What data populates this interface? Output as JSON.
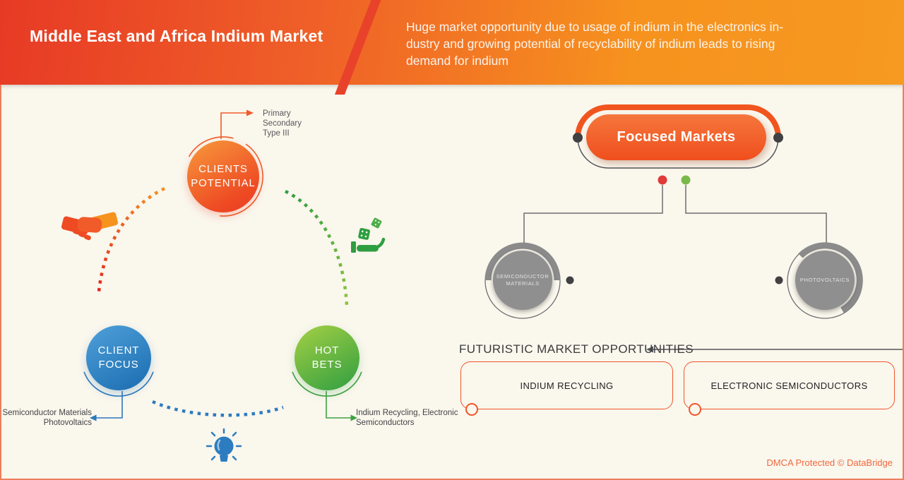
{
  "header": {
    "title": "Middle East and Africa Indium Market",
    "subtitle_lines": [
      "Huge market opportunity due to usage of indium in the electronics in-",
      "dustry and growing potential of recyclability of indium leads to rising",
      "demand for indium"
    ]
  },
  "diagram": {
    "clients_potential": {
      "label_lines": [
        "CLIENTS",
        "POTENTIAL"
      ],
      "annotation_lines": [
        "Primary",
        "Secondary",
        "Type III"
      ]
    },
    "client_focus": {
      "label_lines": [
        "CLIENT",
        "FOCUS"
      ],
      "annotation_lines": [
        "Semiconductor Materials",
        "Photovoltaics"
      ]
    },
    "hot_bets": {
      "label_lines": [
        "HOT",
        "BETS"
      ],
      "annotation_lines": [
        "Indium Recycling, Electronic",
        "Semiconductors"
      ]
    },
    "icons": {
      "handshake": "handshake-icon",
      "dice_hand": "dice-hand-icon",
      "lightbulb": "lightbulb-icon"
    }
  },
  "focused_markets": {
    "label": "Focused Markets",
    "nodes": [
      {
        "label_lines": [
          "SEMICONDUCTOR",
          "MATERIALS"
        ]
      },
      {
        "label_lines": [
          "PHOTOVOLTAICS"
        ]
      }
    ]
  },
  "opportunities": {
    "heading": "FUTURISTIC MARKET OPPORTUNITIES",
    "items": [
      {
        "label": "INDIUM RECYCLING"
      },
      {
        "label": "ELECTRONIC SEMICONDUCTORS"
      }
    ]
  },
  "footer": {
    "dmca": "DMCA Protected © DataBridge"
  },
  "colors": {
    "accent_orange": "#f0562b",
    "orange_light": "#f6921e",
    "header_red": "#e8432a",
    "blue": "#2a79bd",
    "green": "#2f9e41",
    "green_light": "#8bc53f",
    "gray_node": "#8f8f8f",
    "dark_dot": "#414042",
    "line_gray": "#6d6e70",
    "text_gray": "#58585a",
    "background_cream": "#faf7ed",
    "border_salmon": "#ee7e5e",
    "dmca_orange": "#f2673e",
    "red_dot": "#e23a3a",
    "green_dot": "#79b84a"
  }
}
